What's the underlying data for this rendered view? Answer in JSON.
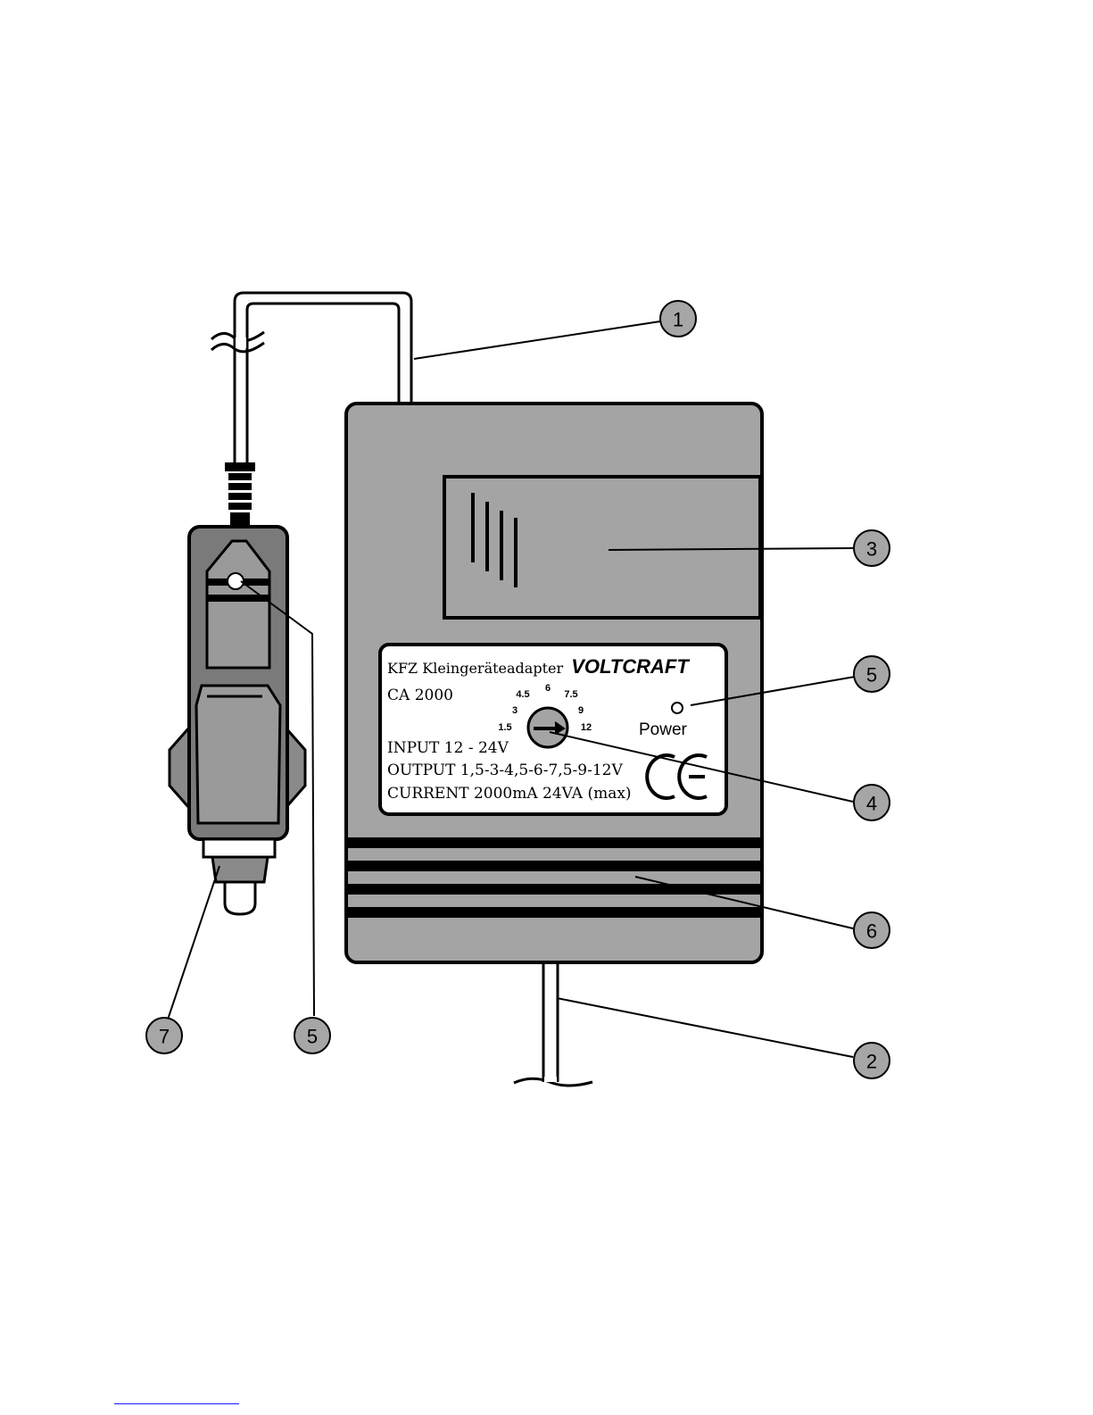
{
  "label_plate": {
    "line1_prefix": "KFZ Kleingeräteadapter",
    "brand": "VOLTCRAFT",
    "model": "CA 2000",
    "input": "INPUT 12 - 24V",
    "output": "OUTPUT 1,5-3-4,5-6-7,5-9-12V",
    "current": "CURRENT 2000mA 24VA (max)",
    "power_label": "Power",
    "ce_mark": "CE"
  },
  "voltage_selector": {
    "positions": [
      "1.5",
      "3",
      "4.5",
      "6",
      "7.5",
      "9",
      "12"
    ]
  },
  "callouts": {
    "c1": "1",
    "c2": "2",
    "c3": "3",
    "c4": "4",
    "c5a": "5",
    "c5b": "5",
    "c6": "6",
    "c7": "7"
  },
  "colors": {
    "housing": "#a4a4a4",
    "plug_body": "#7a7a7a",
    "plate": "#ffffff",
    "outline": "#000000",
    "callout_fill": "#a6a6a6",
    "footer_rule": "#1a1aff"
  }
}
